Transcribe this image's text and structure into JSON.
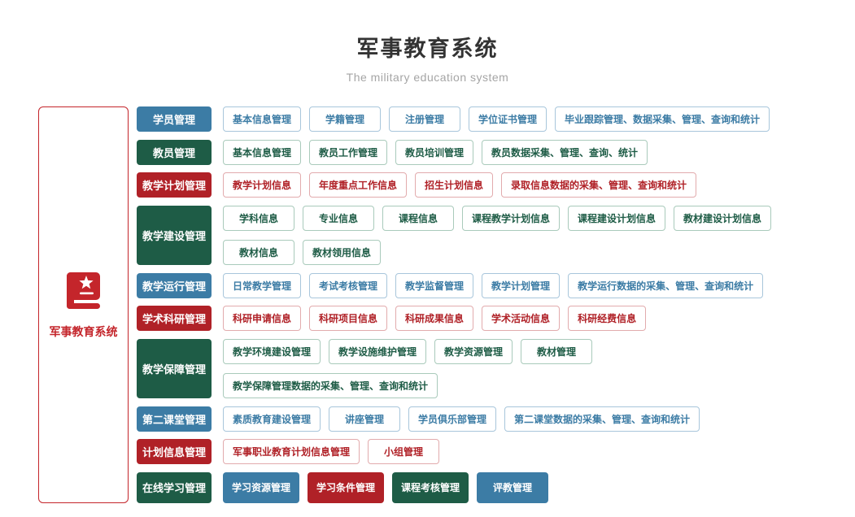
{
  "header": {
    "title": "军事教育系统",
    "subtitle": "The military education system"
  },
  "sidebar": {
    "label": "军事教育系统",
    "icon": "book-star-icon"
  },
  "colors": {
    "blue": "#3c7ca5",
    "green": "#1e5c46",
    "red": "#b02127",
    "blue_border": "#a8c6db",
    "green_border": "#a9cabb",
    "red_border": "#e2abad",
    "sidebar_red": "#c4252b"
  },
  "rows": [
    {
      "label": "学员管理",
      "color": "blue",
      "items": [
        {
          "text": "基本信息管理"
        },
        {
          "text": "学籍管理"
        },
        {
          "text": "注册管理"
        },
        {
          "text": "学位证书管理"
        },
        {
          "text": "毕业跟踪管理、数据采集、管理、查询和统计"
        }
      ]
    },
    {
      "label": "教员管理",
      "color": "green",
      "items": [
        {
          "text": "基本信息管理"
        },
        {
          "text": "教员工作管理"
        },
        {
          "text": "教员培训管理"
        },
        {
          "text": "教员数据采集、管理、查询、统计"
        }
      ]
    },
    {
      "label": "教学计划管理",
      "color": "red",
      "items": [
        {
          "text": "教学计划信息"
        },
        {
          "text": "年度重点工作信息"
        },
        {
          "text": "招生计划信息"
        },
        {
          "text": "录取信息数据的采集、管理、查询和统计"
        }
      ]
    },
    {
      "label": "教学建设管理",
      "color": "green",
      "items": [
        {
          "text": "学科信息"
        },
        {
          "text": "专业信息"
        },
        {
          "text": "课程信息"
        },
        {
          "text": "课程教学计划信息"
        },
        {
          "text": "课程建设计划信息"
        },
        {
          "text": "教材建设计划信息"
        },
        {
          "text": "教材信息"
        },
        {
          "text": "教材领用信息"
        }
      ]
    },
    {
      "label": "教学运行管理",
      "color": "blue",
      "items": [
        {
          "text": "日常教学管理"
        },
        {
          "text": "考试考核管理"
        },
        {
          "text": "教学监督管理"
        },
        {
          "text": "教学计划管理"
        },
        {
          "text": "教学运行数据的采集、管理、查询和统计"
        }
      ]
    },
    {
      "label": "学术科研管理",
      "color": "red",
      "items": [
        {
          "text": "科研申请信息"
        },
        {
          "text": "科研项目信息"
        },
        {
          "text": "科研成果信息"
        },
        {
          "text": "学术活动信息"
        },
        {
          "text": "科研经费信息"
        }
      ]
    },
    {
      "label": "教学保障管理",
      "color": "green",
      "items": [
        {
          "text": "教学环境建设管理"
        },
        {
          "text": "教学设施维护管理"
        },
        {
          "text": "教学资源管理"
        },
        {
          "text": "教材管理"
        },
        {
          "text": "教学保障管理数据的采集、管理、查询和统计"
        }
      ]
    },
    {
      "label": "第二课堂管理",
      "color": "blue",
      "items": [
        {
          "text": "素质教育建设管理"
        },
        {
          "text": "讲座管理"
        },
        {
          "text": "学员俱乐部管理"
        },
        {
          "text": "第二课堂数据的采集、管理、查询和统计"
        }
      ]
    },
    {
      "label": "计划信息管理",
      "color": "red",
      "items": [
        {
          "text": "军事职业教育计划信息管理"
        },
        {
          "text": "小组管理"
        }
      ]
    },
    {
      "label": "在线学习管理",
      "color": "green",
      "tall": true,
      "items": [
        {
          "text": "学习资源管理",
          "filled": true,
          "color": "blue"
        },
        {
          "text": "学习条件管理",
          "filled": true,
          "color": "red"
        },
        {
          "text": "课程考核管理",
          "filled": true,
          "color": "green"
        },
        {
          "text": "评教管理",
          "filled": true,
          "color": "blue"
        }
      ]
    }
  ]
}
